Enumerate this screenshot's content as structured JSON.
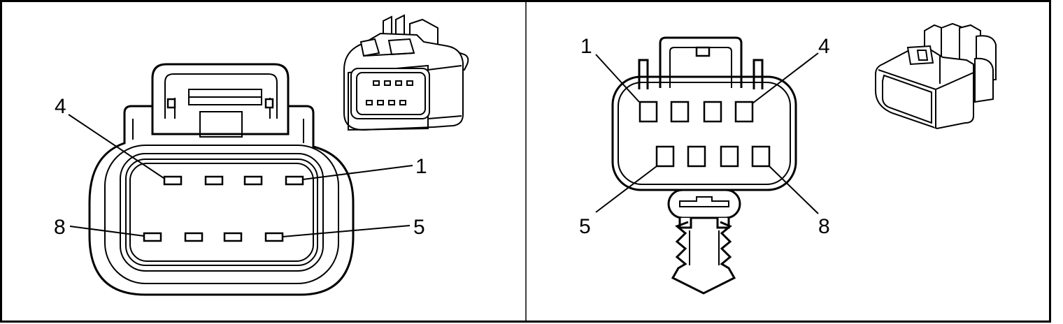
{
  "left_panel": {
    "pin_labels": {
      "top_left": "4",
      "top_right": "1",
      "bottom_left": "8",
      "bottom_right": "5"
    }
  },
  "right_panel": {
    "pin_labels": {
      "top_left": "1",
      "top_right": "4",
      "bottom_left": "5",
      "bottom_right": "8"
    }
  },
  "colors": {
    "line": "#000000",
    "background": "#ffffff"
  }
}
